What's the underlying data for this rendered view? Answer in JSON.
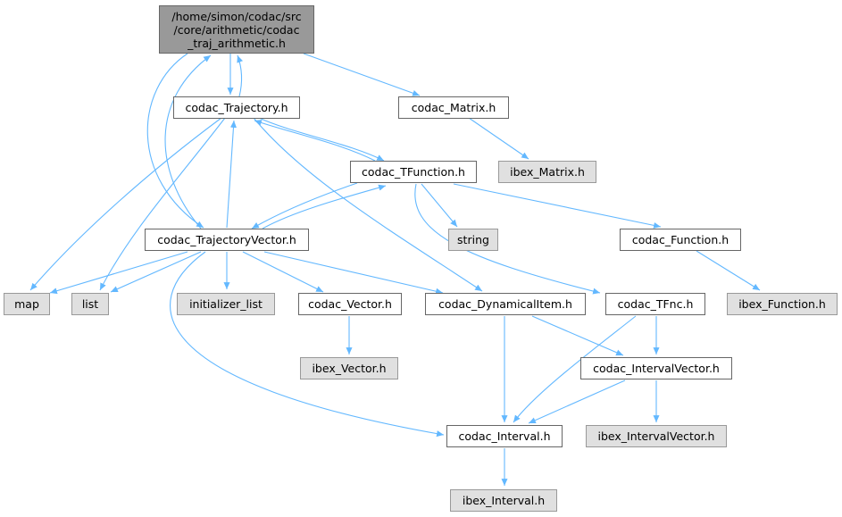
{
  "root": {
    "lines": [
      "/home/simon/codac/src",
      "/core/arithmetic/codac",
      "_traj_arithmetic.h"
    ]
  },
  "nodes": {
    "codac_trajectory": "codac_Trajectory.h",
    "codac_matrix": "codac_Matrix.h",
    "ibex_matrix": "ibex_Matrix.h",
    "codac_tfunction": "codac_TFunction.h",
    "codac_trajectoryvector": "codac_TrajectoryVector.h",
    "string": "string",
    "codac_function": "codac_Function.h",
    "map": "map",
    "list": "list",
    "initializer_list": "initializer_list",
    "codac_vector": "codac_Vector.h",
    "codac_dynamicalitem": "codac_DynamicalItem.h",
    "codac_tfnc": "codac_TFnc.h",
    "ibex_function": "ibex_Function.h",
    "ibex_vector": "ibex_Vector.h",
    "codac_intervalvector": "codac_IntervalVector.h",
    "codac_interval": "codac_Interval.h",
    "ibex_intervalvector": "ibex_IntervalVector.h",
    "ibex_interval": "ibex_Interval.h"
  },
  "colors": {
    "edge": "#63b8ff",
    "node_border": "#666666",
    "root_fill": "#999999",
    "external_fill": "#e0e0e0"
  }
}
